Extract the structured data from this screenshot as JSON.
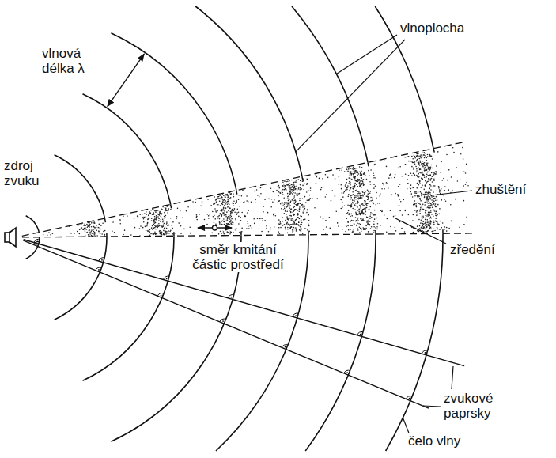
{
  "diagram": {
    "labels": [
      "vlnová délka λ",
      "vlnoplocha",
      "zdroj zvuku",
      "směr kmitání částic prostředí",
      "zhuštění",
      "zředění",
      "zvukové paprsky",
      "čelo vlny"
    ]
  }
}
